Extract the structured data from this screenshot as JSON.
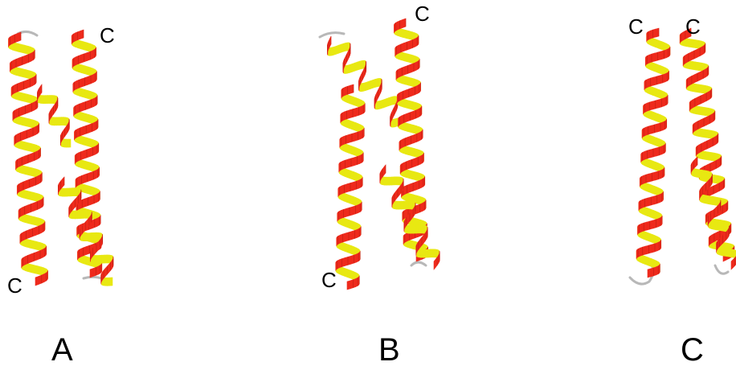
{
  "colors": {
    "helix_front": "#ee2a1c",
    "helix_back": "#e8e812",
    "helix_edge": "#8a1008",
    "loop": "#b8b8b8",
    "terminus_label": "#1414ee",
    "panel_label": "#000000"
  },
  "panels": [
    {
      "label": "A",
      "terminus_labels": [
        "C",
        "C"
      ]
    },
    {
      "label": "B",
      "terminus_labels": [
        "C",
        "C"
      ]
    },
    {
      "label": "C",
      "terminus_labels": [
        "C",
        "C"
      ]
    }
  ]
}
